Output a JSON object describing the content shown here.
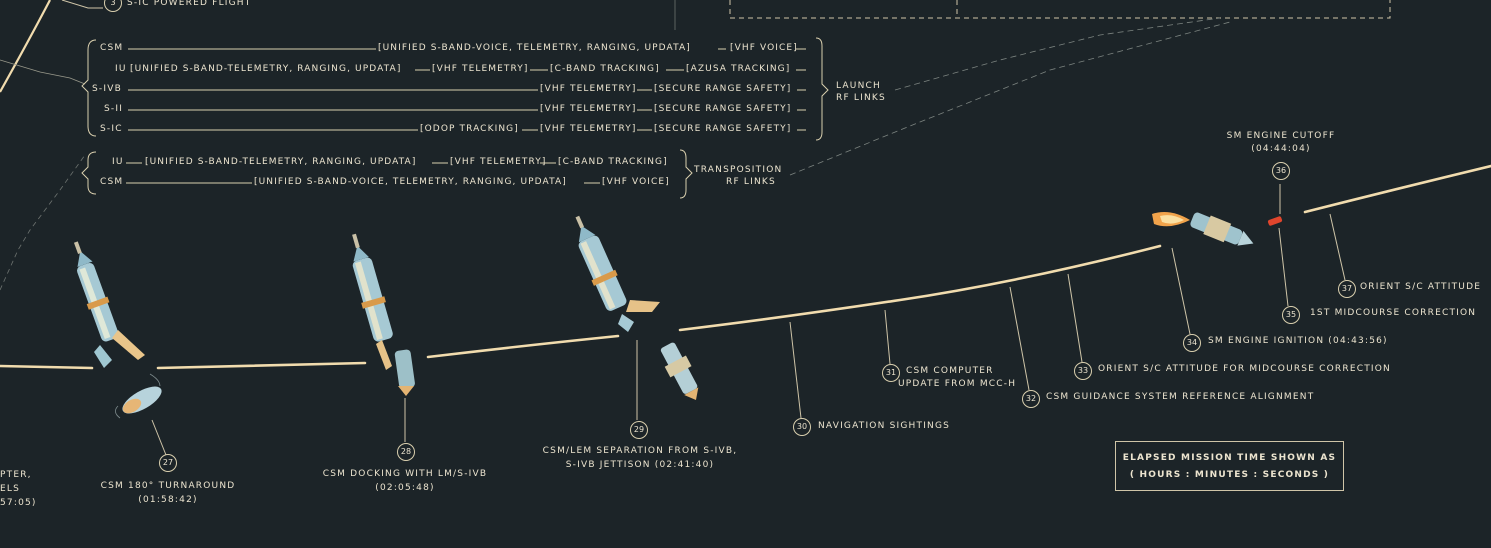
{
  "top_label": "S-IC POWERED FLIGHT",
  "top_label_num": "3",
  "launch_links": {
    "csm": {
      "name": "CSM",
      "items": [
        "UNIFIED S-BAND-VOICE, TELEMETRY, RANGING, UPDATA",
        "VHF VOICE"
      ]
    },
    "iu": {
      "name": "IU",
      "items": [
        "UNIFIED S-BAND-TELEMETRY, RANGING, UPDATA",
        "VHF TELEMETRY",
        "C-BAND TRACKING",
        "AZUSA TRACKING"
      ]
    },
    "sivb": {
      "name": "S-IVB",
      "items": [
        "VHF TELEMETRY",
        "SECURE RANGE SAFETY"
      ]
    },
    "sii": {
      "name": "S-II",
      "items": [
        "VHF TELEMETRY",
        "SECURE RANGE SAFETY"
      ]
    },
    "sic": {
      "name": "S-IC",
      "items": [
        "ODOP TRACKING",
        "VHF TELEMETRY",
        "SECURE RANGE SAFETY"
      ]
    },
    "label1": "LAUNCH",
    "label2": "RF LINKS"
  },
  "transposition_links": {
    "iu": {
      "name": "IU",
      "items": [
        "UNIFIED S-BAND-TELEMETRY, RANGING, UPDATA",
        "VHF TELEMETRY",
        "C-BAND TRACKING"
      ]
    },
    "csm": {
      "name": "CSM",
      "items": [
        "UNIFIED S-BAND-VOICE, TELEMETRY, RANGING, UPDATA",
        "VHF VOICE"
      ]
    },
    "label1": "TRANSPOSITION",
    "label2": "RF LINKS"
  },
  "events": {
    "e27": {
      "num": "27",
      "line1": "CSM 180° TURNAROUND",
      "line2": "(01:58:42)"
    },
    "e28": {
      "num": "28",
      "line1": "CSM DOCKING WITH LM/S-IVB",
      "line2": "(02:05:48)"
    },
    "e29": {
      "num": "29",
      "line1": "CSM/LEM SEPARATION FROM S-IVB,",
      "line2": "S-IVB JETTISON (02:41:40)"
    },
    "e30": {
      "num": "30",
      "line1": "NAVIGATION SIGHTINGS"
    },
    "e31": {
      "num": "31",
      "line1": "CSM COMPUTER",
      "line2": "UPDATE FROM MCC-H"
    },
    "e32": {
      "num": "32",
      "line1": "CSM GUIDANCE SYSTEM REFERENCE ALIGNMENT"
    },
    "e33": {
      "num": "33",
      "line1": "ORIENT S/C ATTITUDE FOR MIDCOURSE CORRECTION"
    },
    "e34": {
      "num": "34",
      "line1": "SM ENGINE IGNITION (04:43:56)"
    },
    "e35": {
      "num": "35",
      "line1": "1ST MIDCOURSE CORRECTION"
    },
    "e36": {
      "num": "36",
      "line1": "SM ENGINE CUTOFF",
      "line2": "(04:44:04)"
    },
    "e37": {
      "num": "37",
      "line1": "ORIENT S/C ATTITUDE"
    }
  },
  "left_partial": {
    "line1": "PTER,",
    "line2": "ELS",
    "line3": "57:05)"
  },
  "legend": {
    "line1": "ELAPSED MISSION TIME SHOWN AS",
    "line2": "( HOURS : MINUTES : SECONDS )"
  },
  "colors": {
    "background": "#1c2428",
    "trajectory": "#f1dcae",
    "text": "#ece4cf",
    "cutoff_marker": "#e0452c"
  }
}
